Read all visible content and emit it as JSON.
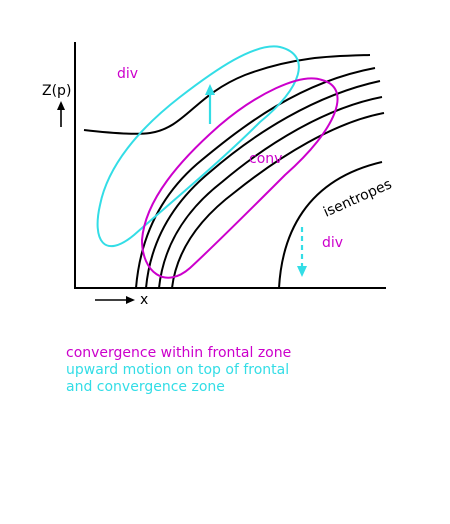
{
  "colors": {
    "magenta": "#cc00cc",
    "cyan": "#33dde6",
    "black": "#000000"
  },
  "labels": {
    "y_axis": "Z(p)",
    "x_axis": "x",
    "div_upper": "div",
    "conv": "conv",
    "isentropes": "isentropes",
    "div_lower": "div"
  },
  "caption": {
    "line1": "convergence within frontal zone",
    "line2": "upward motion on top of frontal",
    "line3": "and convergence zone"
  }
}
